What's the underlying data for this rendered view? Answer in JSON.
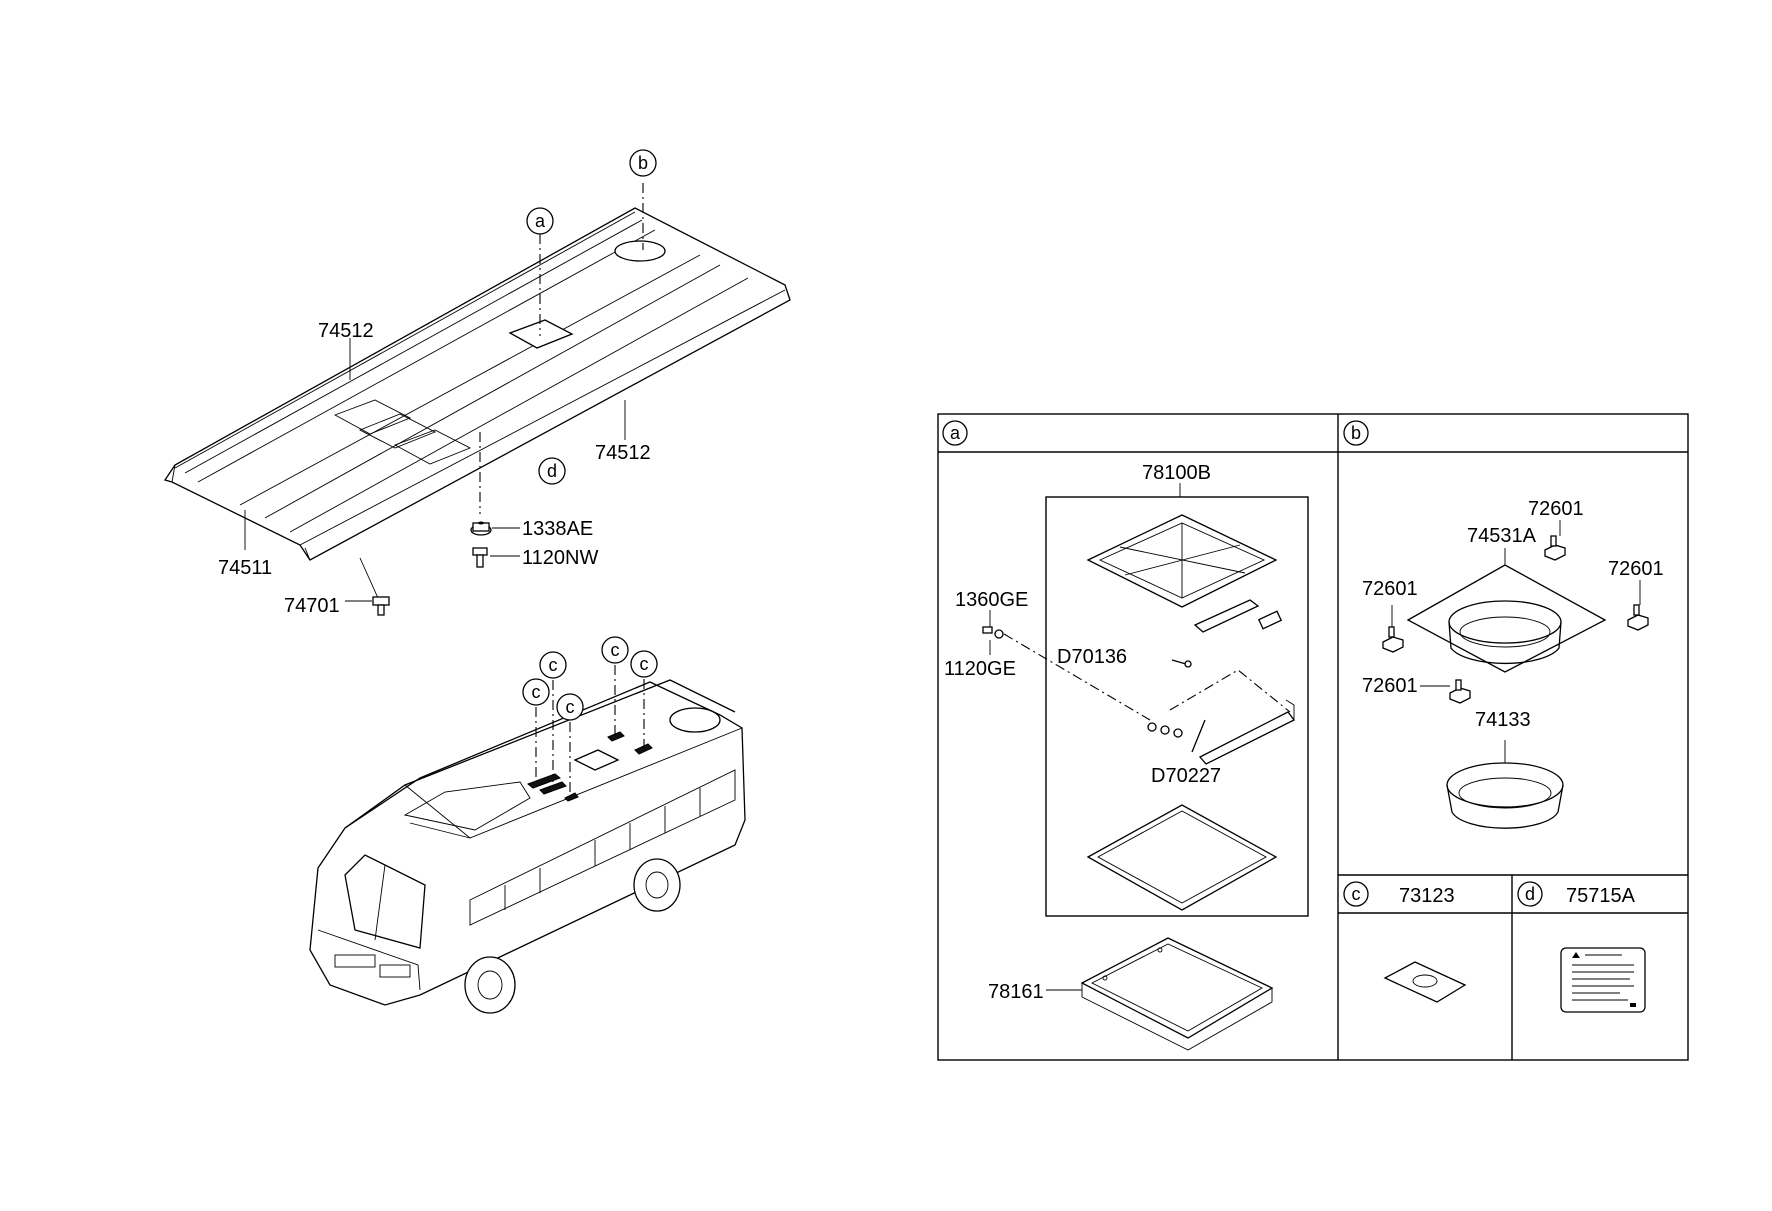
{
  "callouts": {
    "a": "a",
    "b": "b",
    "c": "c",
    "d": "d"
  },
  "parts": {
    "p74512_top": "74512",
    "p74512_right": "74512",
    "p74511": "74511",
    "p74701": "74701",
    "p1338AE": "1338AE",
    "p1120NW": "1120NW",
    "p78100B": "78100B",
    "p1360GE": "1360GE",
    "p1120GE": "1120GE",
    "pD70136": "D70136",
    "pD70227": "D70227",
    "p78161": "78161",
    "p72601_top": "72601",
    "p74531A": "74531A",
    "p72601_left": "72601",
    "p72601_right": "72601",
    "p72601_bottom": "72601",
    "p74133": "74133",
    "p73123": "73123",
    "p75715A": "75715A"
  },
  "colors": {
    "line": "#000000",
    "background": "#ffffff"
  }
}
